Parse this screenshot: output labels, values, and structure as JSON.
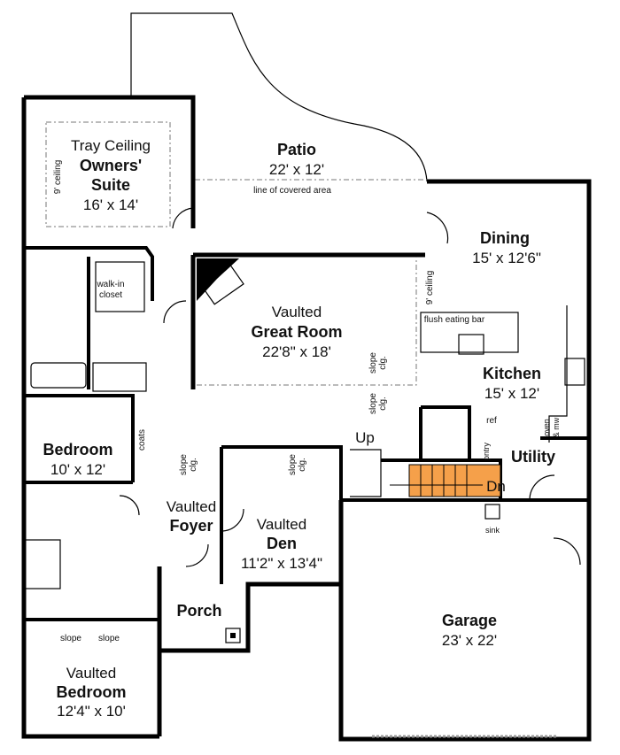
{
  "rooms": {
    "owners": {
      "note": "Tray Ceiling",
      "name1": "Owners'",
      "name2": "Suite",
      "size": "16' x 14'",
      "ceiling": "9' ceiling"
    },
    "patio": {
      "name": "Patio",
      "size": "22' x 12'",
      "note": "line of covered area"
    },
    "dining": {
      "name": "Dining",
      "size": "15' x 12'6\"",
      "ceiling": "9' ceiling"
    },
    "great": {
      "note": "Vaulted",
      "name": "Great Room",
      "size": "22'8\" x 18'"
    },
    "kitchen": {
      "name": "Kitchen",
      "size": "15' x 12'",
      "bar": "flush eating bar",
      "ref": "ref",
      "pantry": "pntry",
      "oven1": "oven",
      "oven2": "& mw"
    },
    "closet": {
      "l1": "walk-in",
      "l2": "closet"
    },
    "bedroom1": {
      "name": "Bedroom",
      "size": "10' x 12'",
      "coats": "coats"
    },
    "foyer": {
      "note": "Vaulted",
      "name": "Foyer"
    },
    "den": {
      "note": "Vaulted",
      "name": "Den",
      "size": "11'2\" x 13'4\""
    },
    "utility": {
      "name": "Utility",
      "sink": "sink"
    },
    "stairs": {
      "up": "Up",
      "down": "Dn",
      "color": "#f5a04a"
    },
    "porch": {
      "name": "Porch"
    },
    "garage": {
      "name": "Garage",
      "size": "23' x 22'"
    },
    "bedroom2": {
      "note": "Vaulted",
      "name": "Bedroom",
      "size": "12'4\" x 10'",
      "slope": "slope"
    },
    "slope": {
      "l1": "slope",
      "l2": "clg."
    }
  }
}
